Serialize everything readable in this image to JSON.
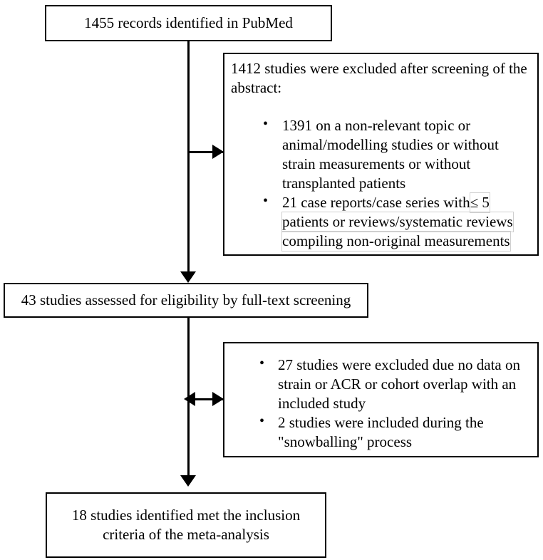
{
  "diagram": {
    "title": "PRISMA study selection flow diagram",
    "nodes": {
      "identified": {
        "text": "1455 records identified in PubMed"
      },
      "excluded_screening": {
        "lead": "1412 studies were excluded after screening of the abstract:",
        "bullets": [
          {
            "segments": [
              {
                "text": "1391 on a non-relevant topic or animal/modelling studies or without strain measurements or without transplanted patients",
                "artifact": false
              }
            ]
          },
          {
            "segments": [
              {
                "text": "21 case reports/case series with ",
                "artifact": false
              },
              {
                "text": "≤ 5",
                "artifact": true
              },
              {
                "text": " ",
                "artifact": false
              },
              {
                "text": "patients or reviews/systematic reviews",
                "artifact": true
              },
              {
                "text": " ",
                "artifact": false
              },
              {
                "text": "compiling non-original measurements",
                "artifact": true
              }
            ]
          }
        ]
      },
      "eligibility": {
        "text": "43 studies assessed for eligibility by full-text screening"
      },
      "excluded_fulltext": {
        "bullets": [
          {
            "segments": [
              {
                "text": "27 studies were excluded due no data on strain or ACR or cohort overlap with an included study",
                "artifact": false
              }
            ]
          },
          {
            "segments": [
              {
                "text": "2 studies were included during the \"snowballing\" process",
                "artifact": false
              }
            ]
          }
        ]
      },
      "included": {
        "text": "18 studies identified met the inclusion\ncriteria of the meta-analysis"
      }
    },
    "connectors": {
      "trunk_1": "identified-to-eligibility",
      "trunk_2": "eligibility-to-included",
      "branch_1": "trunk-to-excluded-screening",
      "branch_2": "trunk-to-excluded-fulltext-bidirectional"
    },
    "colors": {
      "stroke": "#000000",
      "background": "#ffffff",
      "artifact_outline": "#cfcfcf"
    }
  }
}
